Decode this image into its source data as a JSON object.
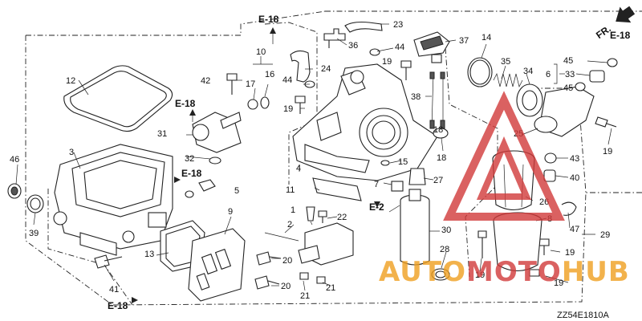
{
  "callouts": [
    "1",
    "2",
    "3",
    "4",
    "5",
    "6",
    "7",
    "8",
    "10",
    "11",
    "12",
    "13",
    "14",
    "15",
    "16",
    "17",
    "18",
    "19",
    "20",
    "21",
    "22",
    "23",
    "24",
    "25",
    "26",
    "27",
    "28",
    "29",
    "30",
    "31",
    "32",
    "33",
    "34",
    "35",
    "36",
    "37",
    "38",
    "39",
    "40",
    "41",
    "42",
    "43",
    "44",
    "45",
    "46",
    "47",
    "9"
  ],
  "refs": {
    "e18_top": "E-18",
    "e18_right": "E-18",
    "e18_left": "E-18",
    "e18_mid": "E-18",
    "e18_bottom": "E-18",
    "e2": "E-2",
    "fr": "FR."
  },
  "diagram_code": "ZZ54E1810A",
  "watermark": {
    "brand_auto": "AUTO",
    "brand_moto": "MOTO",
    "brand_hub": "HUB",
    "color_orange": "#f0a020",
    "color_red": "#d23a3a"
  }
}
